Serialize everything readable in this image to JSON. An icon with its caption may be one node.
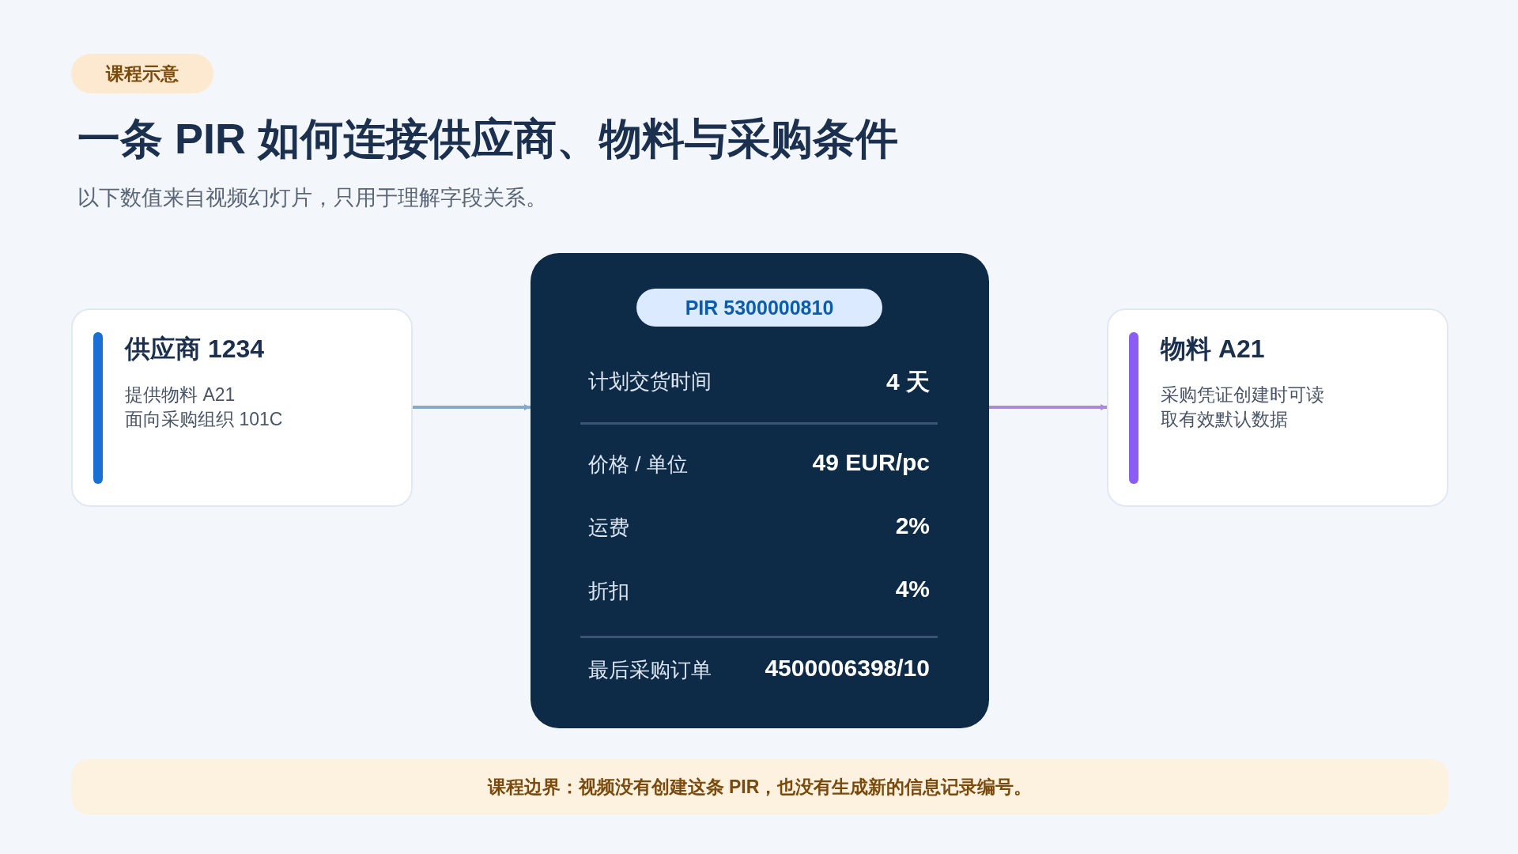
{
  "diagram": {
    "title": "一条 PIR 如何连接供应商、物料与采购条件",
    "nodes": [
      {
        "text": [
          "课程示意"
        ]
      },
      {
        "text": [
          "供应商 1234",
          "提供物料 A21",
          "面向采购组织 101C"
        ]
      },
      {
        "text": [
          "计划交货时间",
          "4 天",
          "价格 / 单位",
          "49 EUR/pc",
          "运费",
          "2%",
          "折扣",
          "4%",
          "最后采购订单",
          "4500006398/10"
        ]
      },
      {
        "text": [
          "PIR 5300000810"
        ],
        "in": 2
      },
      {
        "text": [
          "物料 A21",
          "采购凭证创建时可读取有效默认数据"
        ]
      },
      {
        "text": [
          "课程边界：视频没有创建这条 PIR，也没有生成新的信息记录编号。"
        ]
      }
    ],
    "edges": [
      {
        "from": 1,
        "to": 2,
        "arrow": "to",
        "color": "#86a9cc"
      },
      {
        "from": 2,
        "to": 4,
        "arrow": "to",
        "color": "#a98bd8"
      }
    ],
    "labels": [
      "以下数值来自视频幻灯片，只用于理解字段关系。"
    ]
  }
}
